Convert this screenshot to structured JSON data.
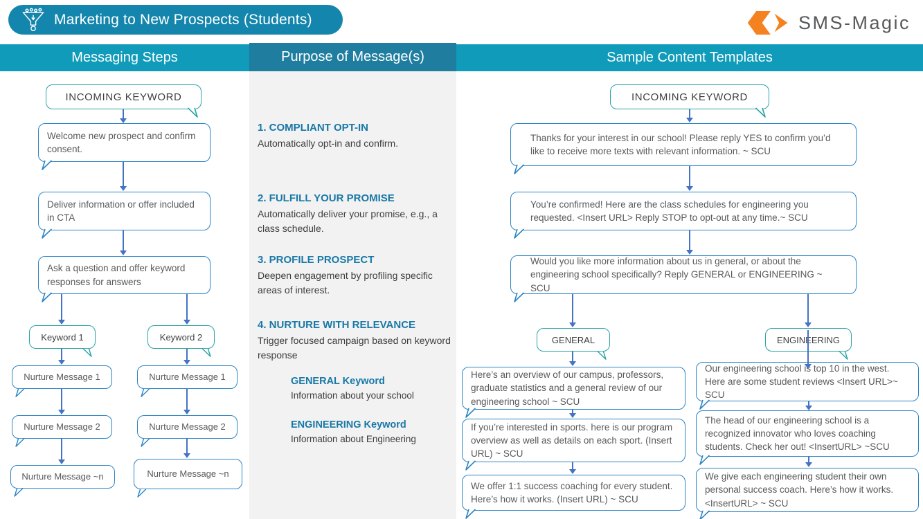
{
  "header": {
    "title": "Marketing to New Prospects (Students)",
    "logo_text": "SMS-Magic"
  },
  "columns": {
    "left": "Messaging Steps",
    "middle": "Purpose of Message(s)",
    "right": "Sample Content Templates"
  },
  "colors": {
    "title_pill": "#1486ad",
    "side_bar_teal": "#0f9bb9",
    "middle_bar_teal": "#1f7da0",
    "keyword_bubble_border": "#2aa2a6",
    "message_bubble_border": "#2b84c5",
    "arrow_blue": "#4472c4",
    "heading_blue": "#1878a6",
    "logo_orange": "#f58220",
    "middle_band_gray": "#f2f2f2"
  },
  "left_flow": {
    "incoming": "INCOMING KEYWORD",
    "steps": [
      "Welcome new prospect and confirm consent.",
      "Deliver information or offer included in CTA",
      "Ask a question and offer keyword responses for answers"
    ],
    "keywords": [
      "Keyword 1",
      "Keyword 2"
    ],
    "branch1": [
      "Nurture Message 1",
      "Nurture Message 2",
      "Nurture Message ~n"
    ],
    "branch2": [
      "Nurture Message 1",
      "Nurture Message 2",
      "Nurture Message ~n"
    ]
  },
  "purpose": {
    "items": [
      {
        "heading": "1. COMPLIANT OPT-IN",
        "body": "Automatically opt-in and confirm."
      },
      {
        "heading": "2. FULFILL YOUR PROMISE",
        "body": "Automatically deliver your promise, e.g., a class schedule."
      },
      {
        "heading": "3. PROFILE PROSPECT",
        "body": "Deepen engagement by profiling specific areas of interest."
      },
      {
        "heading": "4. NURTURE WITH RELEVANCE",
        "body": "Trigger focused campaign based on keyword response"
      }
    ],
    "keyword_notes": [
      {
        "heading": "GENERAL Keyword",
        "body": "Information about your school"
      },
      {
        "heading": "ENGINEERING Keyword",
        "body": "Information about Engineering"
      }
    ]
  },
  "right_flow": {
    "incoming": "INCOMING KEYWORD",
    "messages": [
      "Thanks for your interest in our school! Please reply YES to confirm you’d like to receive more texts with relevant information. ~ SCU",
      "You’re confirmed!  Here are the class schedules for engineering you requested. <Insert URL>  Reply STOP to opt-out at any time.~ SCU",
      "Would you like more information about us in general, or about the engineering school specifically? Reply GENERAL or ENGINEERING  ~ SCU"
    ],
    "branch_labels": [
      "GENERAL",
      "ENGINEERING"
    ],
    "general_branch": [
      "Here’s an overview of our campus, professors, graduate statistics and a general review of our engineering school ~ SCU",
      "If you’re interested in sports. here is our program overview as well as details on each sport. (Insert URL) ~ SCU",
      "We  offer 1:1 success coaching for every student. Here’s how it works. (Insert URL) ~ SCU"
    ],
    "engineering_branch": [
      "Our engineering school is top 10 in the west. Here are some student reviews <Insert URL>~ SCU",
      "The head of our engineering school is a recognized innovator who loves coaching students. Check her out! <InsertURL>  ~SCU",
      "We give each engineering student their own personal success coach. Here’s how it works. <InsertURL> ~ SCU"
    ]
  }
}
